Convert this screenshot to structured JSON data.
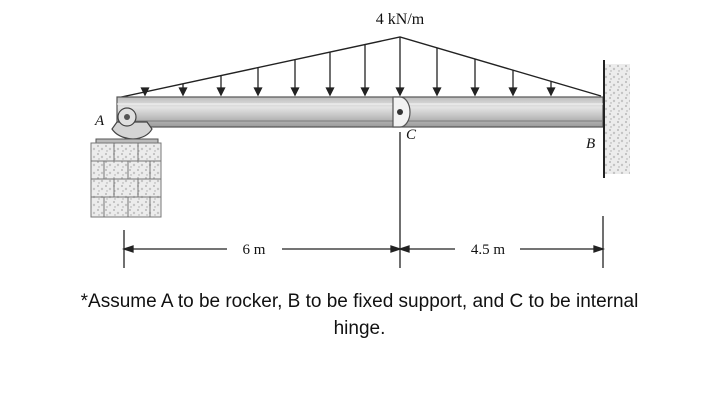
{
  "diagram": {
    "load_label": "4 kN/m",
    "point_a": "A",
    "point_b": "B",
    "point_c": "C",
    "dim_left": "6 m",
    "dim_right": "4.5 m"
  },
  "note": {
    "line1": "*Assume A to be rocker, B to be fixed support, and C to be internal",
    "line2": "hinge."
  }
}
